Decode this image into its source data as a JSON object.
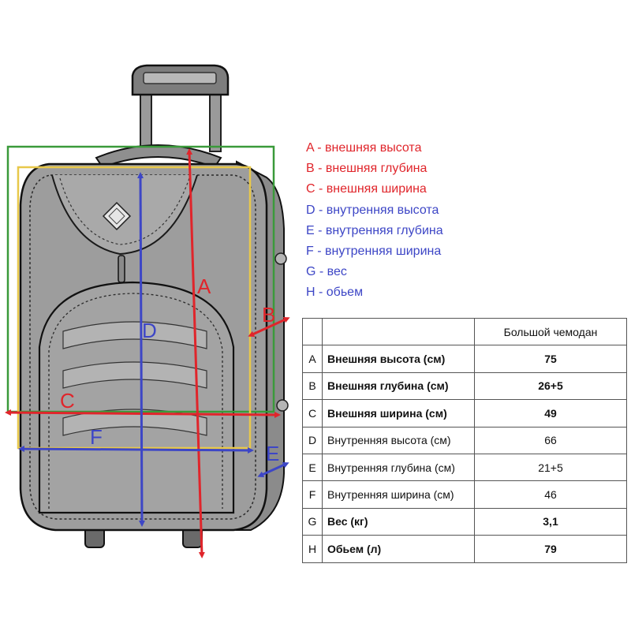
{
  "legend": [
    {
      "text": "A - внешняя высота",
      "color": "#e0252b"
    },
    {
      "text": "B - внешняя глубина",
      "color": "#e0252b"
    },
    {
      "text": "C - внешняя ширина",
      "color": "#e0252b"
    },
    {
      "text": "D - внутренняя высота",
      "color": "#3d46c6"
    },
    {
      "text": "E - внутренняя глубина",
      "color": "#3d46c6"
    },
    {
      "text": "F - внутренняя ширина",
      "color": "#3d46c6"
    },
    {
      "text": "G - вес",
      "color": "#3d46c6"
    },
    {
      "text": "H - обьем",
      "color": "#3d46c6"
    }
  ],
  "table": {
    "header": "Большой чемодан",
    "rows": [
      {
        "letter": "A",
        "param": "Внешняя высота (см)",
        "value": "75",
        "bold": true
      },
      {
        "letter": "B",
        "param": "Внешняя глубина (см)",
        "value": "26+5",
        "bold": true
      },
      {
        "letter": "C",
        "param": "Внешняя ширина (см)",
        "value": "49",
        "bold": true
      },
      {
        "letter": "D",
        "param": "Внутренняя высота (см)",
        "value": "66",
        "bold": false
      },
      {
        "letter": "E",
        "param": "Внутренняя глубина (см)",
        "value": "21+5",
        "bold": false
      },
      {
        "letter": "F",
        "param": "Внутренняя ширина (см)",
        "value": "46",
        "bold": false
      },
      {
        "letter": "G",
        "param": "Вес (кг)",
        "value": "3,1",
        "bold": true
      },
      {
        "letter": "H",
        "param": "Обьем (л)",
        "value": "79",
        "bold": true
      }
    ]
  },
  "diagram_labels": {
    "a": "A",
    "b": "B",
    "c": "C",
    "d": "D",
    "e": "E",
    "f": "F"
  },
  "colors": {
    "red": "#e0252b",
    "blue": "#3d46c6",
    "green": "#3a9a3a",
    "yellow": "#e8c84a"
  },
  "icons": [
    "suitcase-illustration",
    "brand-logo"
  ]
}
